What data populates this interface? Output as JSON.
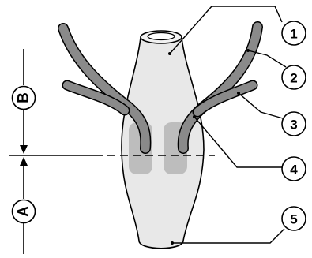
{
  "labels": {
    "dimension_a": "A",
    "dimension_b": "B",
    "callouts": [
      "1",
      "2",
      "3",
      "4",
      "5"
    ]
  },
  "colors": {
    "body_fill": "#e8e8e8",
    "root_fill": "#8a8a8a",
    "shadow_fill": "#bdbdbd",
    "outline": "#000000"
  }
}
